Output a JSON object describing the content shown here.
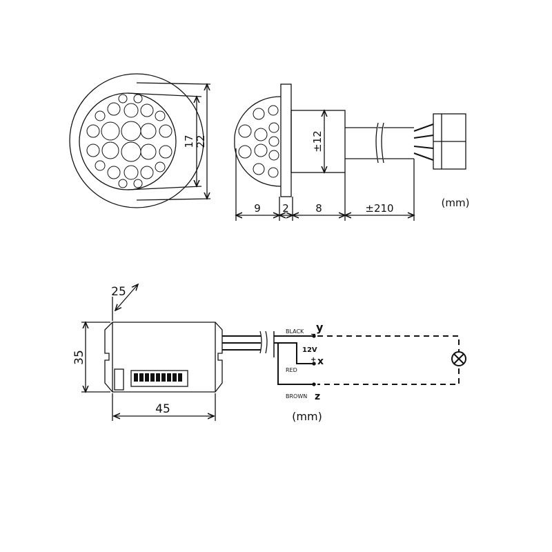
{
  "front_view": {
    "dim_inner": "17",
    "dim_outer": "22"
  },
  "side_view": {
    "dim_diameter": "±12",
    "dim_dome": "9",
    "dim_flange": "2",
    "dim_body": "8",
    "dim_cable": "±210",
    "unit": "(mm)"
  },
  "module": {
    "dim_depth": "25",
    "dim_height": "35",
    "dim_width": "45",
    "unit": "(mm)"
  },
  "wiring": {
    "black_label": "BLACK",
    "terminal_y": "y",
    "minus": "_",
    "voltage": "12V",
    "plus": "+",
    "terminal_x": "x",
    "red_label": "RED",
    "brown_label": "BROWN",
    "terminal_z": "z"
  },
  "icons": {
    "lamp": "lamp-icon"
  }
}
